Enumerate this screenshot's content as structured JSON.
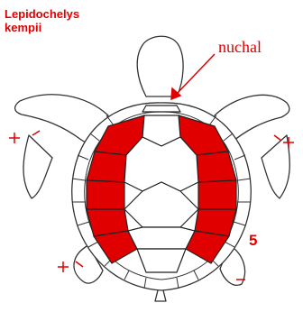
{
  "title": {
    "line1": "Lepidochelys",
    "line2": "kempii"
  },
  "callout_label": "nuchal",
  "costal_count": "5",
  "colors": {
    "highlight": "#e00000",
    "outline": "#333333",
    "background": "#ffffff"
  }
}
